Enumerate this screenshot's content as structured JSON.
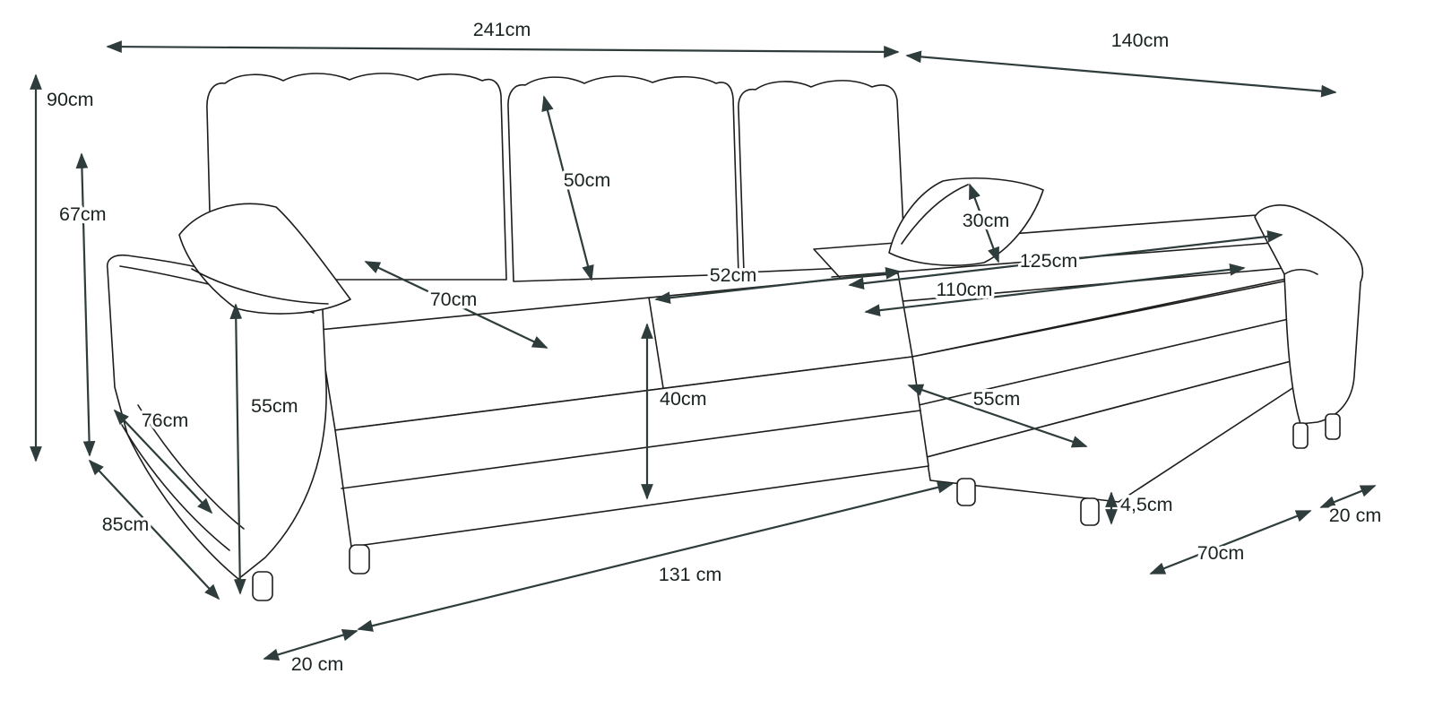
{
  "diagram": {
    "subject": "corner-sofa-bed-dimension-drawing",
    "colors": {
      "background": "#ffffff",
      "outline": "#1d1d1b",
      "dimension_line": "#2e3d3c",
      "label_text": "#1a2322"
    },
    "labels": {
      "total_width": "241cm",
      "chaise_length": "140cm",
      "total_height": "90cm",
      "arm_height": "67cm",
      "back_cushion_height": "50cm",
      "small_pillow": "30cm",
      "chaise_bed_length": "125cm",
      "chaise_bed_width": "110cm",
      "corner_seat_width": "52cm",
      "left_seat_width": "70cm",
      "seat_front_height": "55cm",
      "arm_front_length": "76cm",
      "seat_cushion_thickness": "40cm",
      "chaise_front_height": "55cm",
      "side_depth": "85cm",
      "front_length": "131 cm",
      "front_left_offset": "20 cm",
      "leg_height": "4,5cm",
      "chaise_bottom_length": "70cm",
      "chaise_bottom_offset": "20 cm"
    }
  }
}
